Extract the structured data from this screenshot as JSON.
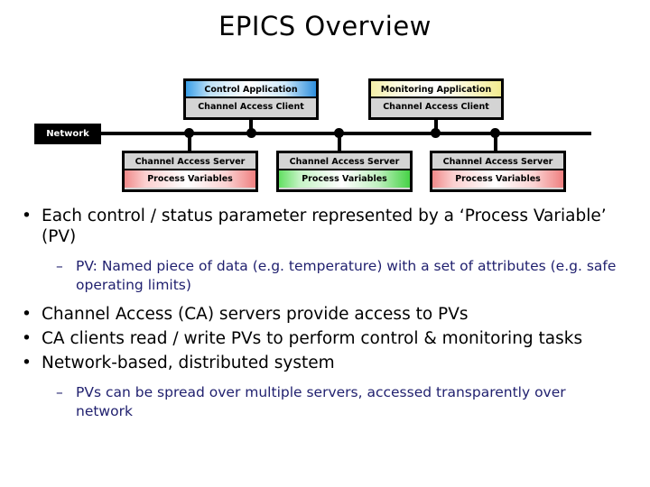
{
  "slide": {
    "title": "EPICS Overview"
  },
  "diagram": {
    "network_label": "Network",
    "clients": [
      {
        "app_label": "Control Application",
        "app_fill": "blue",
        "client_label": "Channel Access Client"
      },
      {
        "app_label": "Monitoring Application",
        "app_fill": "yellow",
        "client_label": "Channel Access Client"
      }
    ],
    "servers": [
      {
        "server_label": "Channel Access Server",
        "pv_label": "Process Variables",
        "pv_fill": "red"
      },
      {
        "server_label": "Channel Access Server",
        "pv_label": "Process Variables",
        "pv_fill": "green"
      },
      {
        "server_label": "Channel Access Server",
        "pv_label": "Process Variables",
        "pv_fill": "red"
      }
    ],
    "colors": {
      "box_border": "#000000",
      "box_background": "#d4d4d4",
      "network_line": "#000000",
      "network_label_background": "#000000",
      "network_label_text": "#ffffff",
      "fill_blue": "#3a9fe8",
      "fill_yellow": "#f5f0a8",
      "fill_red": "#f08a8a",
      "fill_green": "#62df62"
    }
  },
  "body": {
    "bullet_marker_level1": "•",
    "bullet_marker_level2": "–",
    "items": [
      {
        "level": 1,
        "text": "Each control / status parameter represented by a ‘Process Variable’ (PV)"
      },
      {
        "level": 2,
        "text": "PV: Named piece of data (e.g. temperature) with a set of attributes (e.g. safe operating limits)"
      },
      {
        "level": 1,
        "text": "Channel Access (CA) servers provide access to PVs"
      },
      {
        "level": 1,
        "text": "CA clients read / write PVs to perform control & monitoring tasks"
      },
      {
        "level": 1,
        "text": "Network-based, distributed system"
      },
      {
        "level": 2,
        "text": "PVs can be spread over multiple servers, accessed transparently over network"
      }
    ]
  }
}
